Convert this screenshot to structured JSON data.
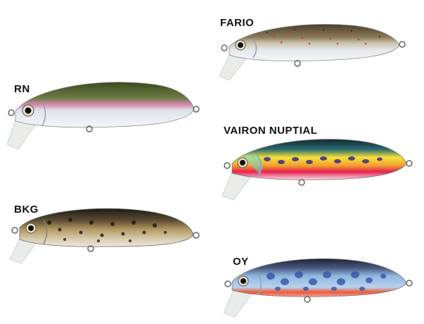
{
  "lures": [
    {
      "id": "rn",
      "label": "RN",
      "pattern": "rainbow-trout",
      "colors": {
        "back": "#5d6a34",
        "belly": "#e8eaf0",
        "stripe": "#d88ab0",
        "spot": "#2a2a1a"
      }
    },
    {
      "id": "fario",
      "label": "FARIO",
      "pattern": "brown-trout",
      "colors": {
        "back": "#6a5a40",
        "belly": "#eef0f4",
        "stripe": "#c8c0a8",
        "spot": "#d24040"
      }
    },
    {
      "id": "vairon",
      "label": "VAIRON NUPTIAL",
      "pattern": "minnow-spawning",
      "colors": {
        "back": "#1a3d45",
        "belly": "#e82050",
        "stripe": "#f7e23a",
        "spot": "#3a2a8a"
      }
    },
    {
      "id": "bkg",
      "label": "BKG",
      "pattern": "speckled-black-gold",
      "colors": {
        "back": "#2a251c",
        "belly": "#e8dcc0",
        "stripe": "#b49a64",
        "spot": "#1a1610"
      }
    },
    {
      "id": "oy",
      "label": "OY",
      "pattern": "blue-parr-orange-belly",
      "colors": {
        "back": "#2a2e44",
        "belly": "#ef5a3a",
        "stripe": "#8fb6e0",
        "spot": "#3a5aa8"
      }
    }
  ]
}
